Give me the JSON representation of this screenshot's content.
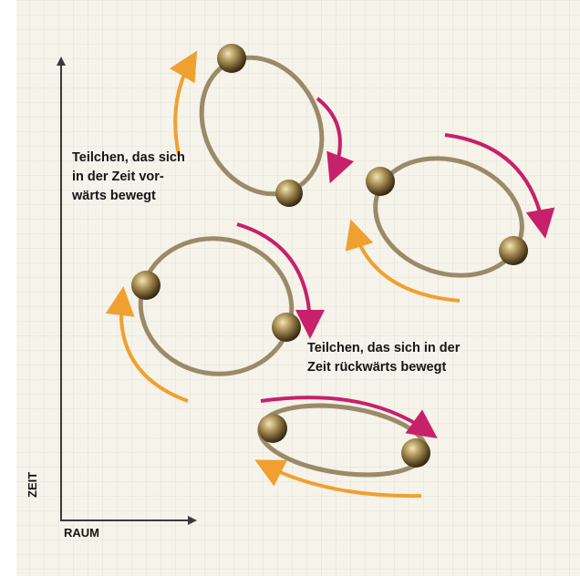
{
  "axes": {
    "x_label": "RAUM",
    "y_label": "ZEIT"
  },
  "labels": {
    "forward": [
      "Teilchen, das sich",
      "in der Zeit vor-",
      "wärts bewegt"
    ],
    "backward": [
      "Teilchen, das sich in der",
      "Zeit rückwärts bewegt"
    ]
  },
  "colors": {
    "background_paper": "#f5f3ea",
    "grid_line": "#dcdcd2",
    "axis": "#3a3a3a",
    "orbit": "#9a8a68",
    "forward_arrow": "#c8206a",
    "backward_arrow": "#f0a030",
    "particle": "#6b5a32"
  },
  "icons": {
    "particle": "sphere-particle-icon",
    "arrow_forward": "curved-arrow-icon",
    "arrow_backward": "curved-arrow-icon"
  }
}
